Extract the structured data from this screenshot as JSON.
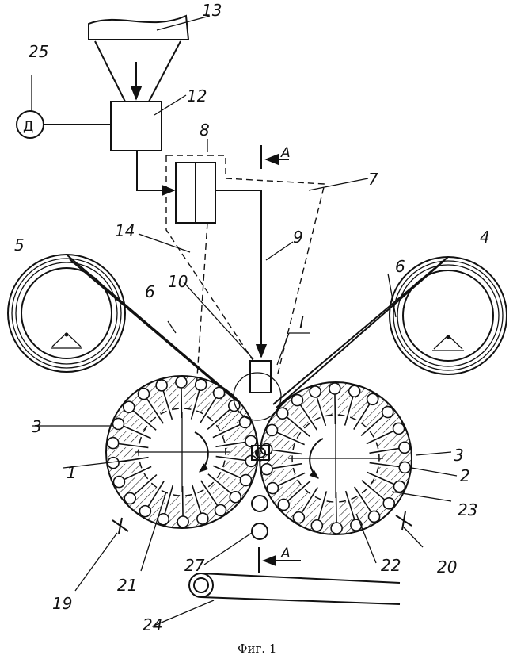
{
  "figure": {
    "caption": "Фиг. 1",
    "motor_letter": "Д",
    "section_mark": "A",
    "detail_mark": "I"
  },
  "labels": [
    {
      "id": "1",
      "text": "1"
    },
    {
      "id": "2",
      "text": "2"
    },
    {
      "id": "3a",
      "text": "3"
    },
    {
      "id": "3b",
      "text": "3"
    },
    {
      "id": "4",
      "text": "4"
    },
    {
      "id": "5",
      "text": "5"
    },
    {
      "id": "6a",
      "text": "6"
    },
    {
      "id": "6b",
      "text": "6"
    },
    {
      "id": "7",
      "text": "7"
    },
    {
      "id": "8",
      "text": "8"
    },
    {
      "id": "9",
      "text": "9"
    },
    {
      "id": "10",
      "text": "10"
    },
    {
      "id": "12",
      "text": "12"
    },
    {
      "id": "13",
      "text": "13"
    },
    {
      "id": "14",
      "text": "14"
    },
    {
      "id": "19",
      "text": "19"
    },
    {
      "id": "20",
      "text": "20"
    },
    {
      "id": "21",
      "text": "21"
    },
    {
      "id": "22",
      "text": "22"
    },
    {
      "id": "23",
      "text": "23"
    },
    {
      "id": "24",
      "text": "24"
    },
    {
      "id": "25",
      "text": "25"
    },
    {
      "id": "27",
      "text": "27"
    }
  ]
}
